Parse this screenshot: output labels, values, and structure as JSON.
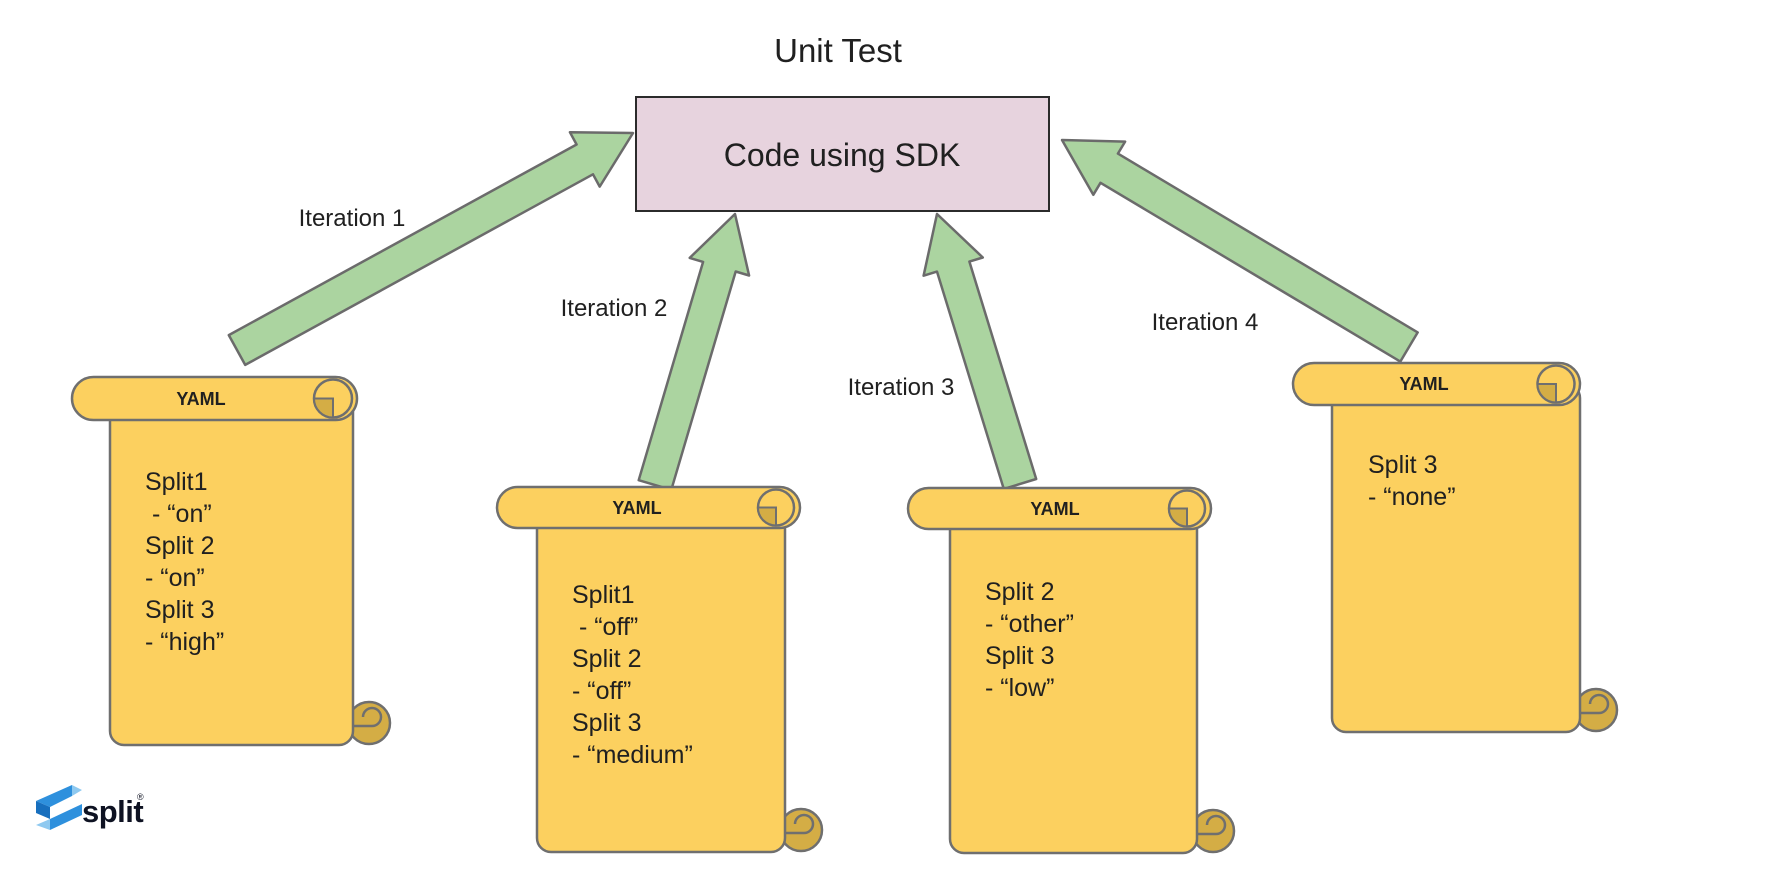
{
  "title": "Unit Test",
  "sdk_box": {
    "label": "Code using SDK"
  },
  "iterations": [
    "Iteration 1",
    "Iteration 2",
    "Iteration 3",
    "Iteration 4"
  ],
  "scrolls": [
    {
      "header": "YAML",
      "lines": [
        "Split1",
        " - “on”",
        "Split 2",
        "- “on”",
        "Split 3",
        "- “high”"
      ]
    },
    {
      "header": "YAML",
      "lines": [
        "Split1",
        " - “off”",
        "Split 2",
        "- “off”",
        "Split 3",
        "- “medium”"
      ]
    },
    {
      "header": "YAML",
      "lines": [
        "Split 2",
        "- “other”",
        "Split 3",
        "- “low”"
      ]
    },
    {
      "header": "YAML",
      "lines": [
        "Split 3",
        "- “none”"
      ]
    }
  ],
  "logo": {
    "wordmark": "split",
    "registered_mark": "®"
  },
  "colors": {
    "text": "#202020",
    "box_fill": "#e7d3de",
    "box_stroke": "#2b2b2b",
    "arrow_fill": "#abd4a0",
    "arrow_stroke": "#6b6b6b",
    "scroll_fill": "#fcd05f",
    "scroll_curl": "#d4ad45",
    "scroll_stroke": "#6f6f6f",
    "logo_mid": "#2e90dd",
    "logo_dark": "#176fbe",
    "logo_light": "#8ec9f0",
    "logo_text": "#0e1222"
  }
}
